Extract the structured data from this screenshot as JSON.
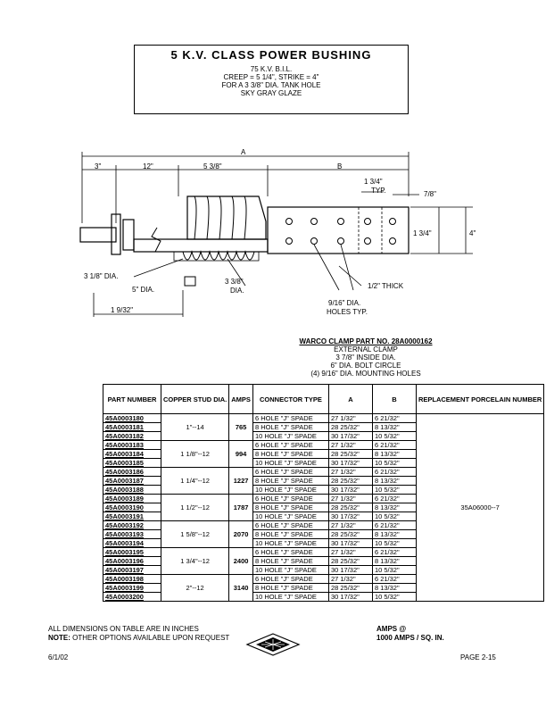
{
  "header": {
    "title": "5 K.V. CLASS POWER BUSHING",
    "line1": "75 K.V. B.I.L.",
    "line2": "CREEP = 5 1/4\", STRIKE = 4\"",
    "line3": "FOR A 3 3/8\" DIA. TANK HOLE",
    "line4": "SKY GRAY GLAZE"
  },
  "drawing": {
    "dim_a": "A",
    "dim_b": "B",
    "dim_3": "3\"",
    "dim_12": "12\"",
    "dim_5_3_8": "5 3/8\"",
    "dim_1_3_4_typ": "1 3/4\"",
    "typ": "TYP.",
    "dim_7_8": "7/8\"",
    "dim_1_3_4": "1 3/4\"",
    "dim_4": "4\"",
    "dim_3_1_8": "3 1/8\" DIA.",
    "dim_5_dia": "5\" DIA.",
    "dim_3_3_8": "3 3/8\"",
    "dia": "DIA.",
    "dim_1_9_32": "1 9/32\"",
    "hole_dia": "9/16\" DIA.",
    "holes_typ": "HOLES TYP.",
    "thick": "1/2\" THICK"
  },
  "clamp": {
    "header": "WARCO CLAMP PART NO. 28A0000162",
    "line1": "EXTERNAL CLAMP",
    "line2": "3 7/8\" INSIDE DIA.",
    "line3": "6\" DIA. BOLT CIRCLE",
    "line4": "(4) 9/16\" DIA. MOUNTING HOLES"
  },
  "table": {
    "headers": {
      "part": "PART NUMBER",
      "stud": "COPPER STUD DIA.",
      "amps": "AMPS",
      "connector": "CONNECTOR TYPE",
      "a": "A",
      "b": "B",
      "replacement": "REPLACEMENT PORCELAIN NUMBER"
    },
    "replacement_number": "35A06000--7",
    "groups": [
      {
        "stud": "1\"--14",
        "amps": "765",
        "rows": [
          {
            "part": "45A0003180",
            "conn": "6 HOLE \"J\" SPADE",
            "a": "27 1/32\"",
            "b": "6 21/32\""
          },
          {
            "part": "45A0003181",
            "conn": "8 HOLE \"J\" SPADE",
            "a": "28 25/32\"",
            "b": "8 13/32\""
          },
          {
            "part": "45A0003182",
            "conn": "10 HOLE \"J\" SPADE",
            "a": "30 17/32\"",
            "b": "10 5/32\""
          }
        ]
      },
      {
        "stud": "1 1/8\"--12",
        "amps": "994",
        "rows": [
          {
            "part": "45A0003183",
            "conn": "6 HOLE \"J\" SPADE",
            "a": "27 1/32\"",
            "b": "6 21/32\""
          },
          {
            "part": "45A0003184",
            "conn": "8 HOLE \"J\" SPADE",
            "a": "28 25/32\"",
            "b": "8 13/32\""
          },
          {
            "part": "45A0003185",
            "conn": "10 HOLE \"J\" SPADE",
            "a": "30 17/32\"",
            "b": "10 5/32\""
          }
        ]
      },
      {
        "stud": "1 1/4\"--12",
        "amps": "1227",
        "rows": [
          {
            "part": "45A0003186",
            "conn": "6 HOLE \"J\" SPADE",
            "a": "27 1/32\"",
            "b": "6 21/32\""
          },
          {
            "part": "45A0003187",
            "conn": "8 HOLE \"J\" SPADE",
            "a": "28 25/32\"",
            "b": "8 13/32\""
          },
          {
            "part": "45A0003188",
            "conn": "10 HOLE \"J\" SPADE",
            "a": "30 17/32\"",
            "b": "10 5/32\""
          }
        ]
      },
      {
        "stud": "1 1/2\"--12",
        "amps": "1787",
        "rows": [
          {
            "part": "45A0003189",
            "conn": "6 HOLE \"J\" SPADE",
            "a": "27 1/32\"",
            "b": "6 21/32\""
          },
          {
            "part": "45A0003190",
            "conn": "8 HOLE \"J\" SPADE",
            "a": "28 25/32\"",
            "b": "8 13/32\""
          },
          {
            "part": "45A0003191",
            "conn": "10 HOLE \"J\" SPADE",
            "a": "30 17/32\"",
            "b": "10 5/32\""
          }
        ]
      },
      {
        "stud": "1 5/8\"--12",
        "amps": "2070",
        "rows": [
          {
            "part": "45A0003192",
            "conn": "6 HOLE \"J\" SPADE",
            "a": "27 1/32\"",
            "b": "6 21/32\""
          },
          {
            "part": "45A0003193",
            "conn": "8 HOLE \"J\" SPADE",
            "a": "28 25/32\"",
            "b": "8 13/32\""
          },
          {
            "part": "45A0003194",
            "conn": "10 HOLE \"J\" SPADE",
            "a": "30 17/32\"",
            "b": "10 5/32\""
          }
        ]
      },
      {
        "stud": "1 3/4\"--12",
        "amps": "2400",
        "rows": [
          {
            "part": "45A0003195",
            "conn": "6 HOLE \"J\" SPADE",
            "a": "27 1/32\"",
            "b": "6 21/32\""
          },
          {
            "part": "45A0003196",
            "conn": "8 HOLE \"J\" SPADE",
            "a": "28 25/32\"",
            "b": "8 13/32\""
          },
          {
            "part": "45A0003197",
            "conn": "10 HOLE \"J\" SPADE",
            "a": "30 17/32\"",
            "b": "10 5/32\""
          }
        ]
      },
      {
        "stud": "2\"--12",
        "amps": "3140",
        "rows": [
          {
            "part": "45A0003198",
            "conn": "6 HOLE \"J\" SPADE",
            "a": "27 1/32\"",
            "b": "6 21/32\""
          },
          {
            "part": "45A0003199",
            "conn": "8 HOLE \"J\" SPADE",
            "a": "28 25/32\"",
            "b": "8 13/32\""
          },
          {
            "part": "45A0003200",
            "conn": "10 HOLE \"J\" SPADE",
            "a": "30 17/32\"",
            "b": "10 5/32\""
          }
        ]
      }
    ]
  },
  "footer": {
    "note1": "ALL DIMENSIONS ON TABLE ARE IN INCHES",
    "note_label": "NOTE:",
    "note2": "OTHER OPTIONS AVAILABLE UPON REQUEST",
    "amps_label": "AMPS @",
    "amps_value": "1000 AMPS / SQ. IN.",
    "date": "6/1/02",
    "page": "PAGE 2-15"
  }
}
